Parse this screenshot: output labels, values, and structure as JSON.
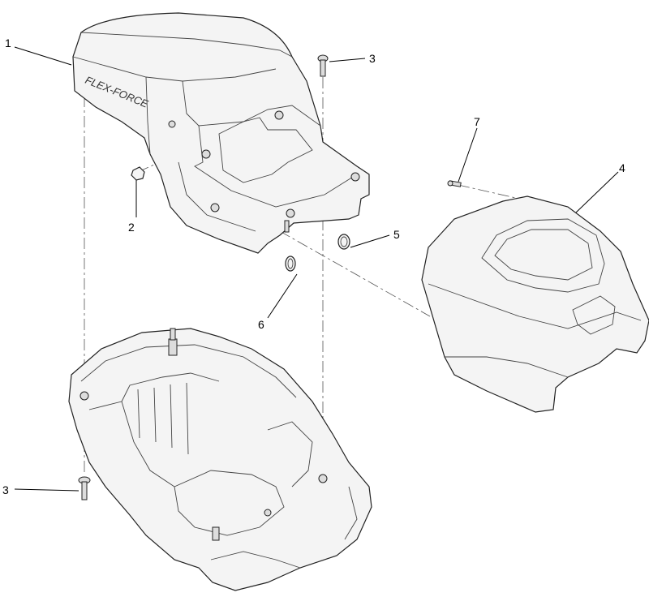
{
  "logo": {
    "text": "FLEX-FORCE"
  },
  "callouts": [
    {
      "id": "1",
      "label": "1"
    },
    {
      "id": "2",
      "label": "2"
    },
    {
      "id": "3a",
      "label": "3"
    },
    {
      "id": "3b",
      "label": "3"
    },
    {
      "id": "4",
      "label": "4"
    },
    {
      "id": "5",
      "label": "5"
    },
    {
      "id": "6",
      "label": "6"
    },
    {
      "id": "7",
      "label": "7"
    }
  ]
}
